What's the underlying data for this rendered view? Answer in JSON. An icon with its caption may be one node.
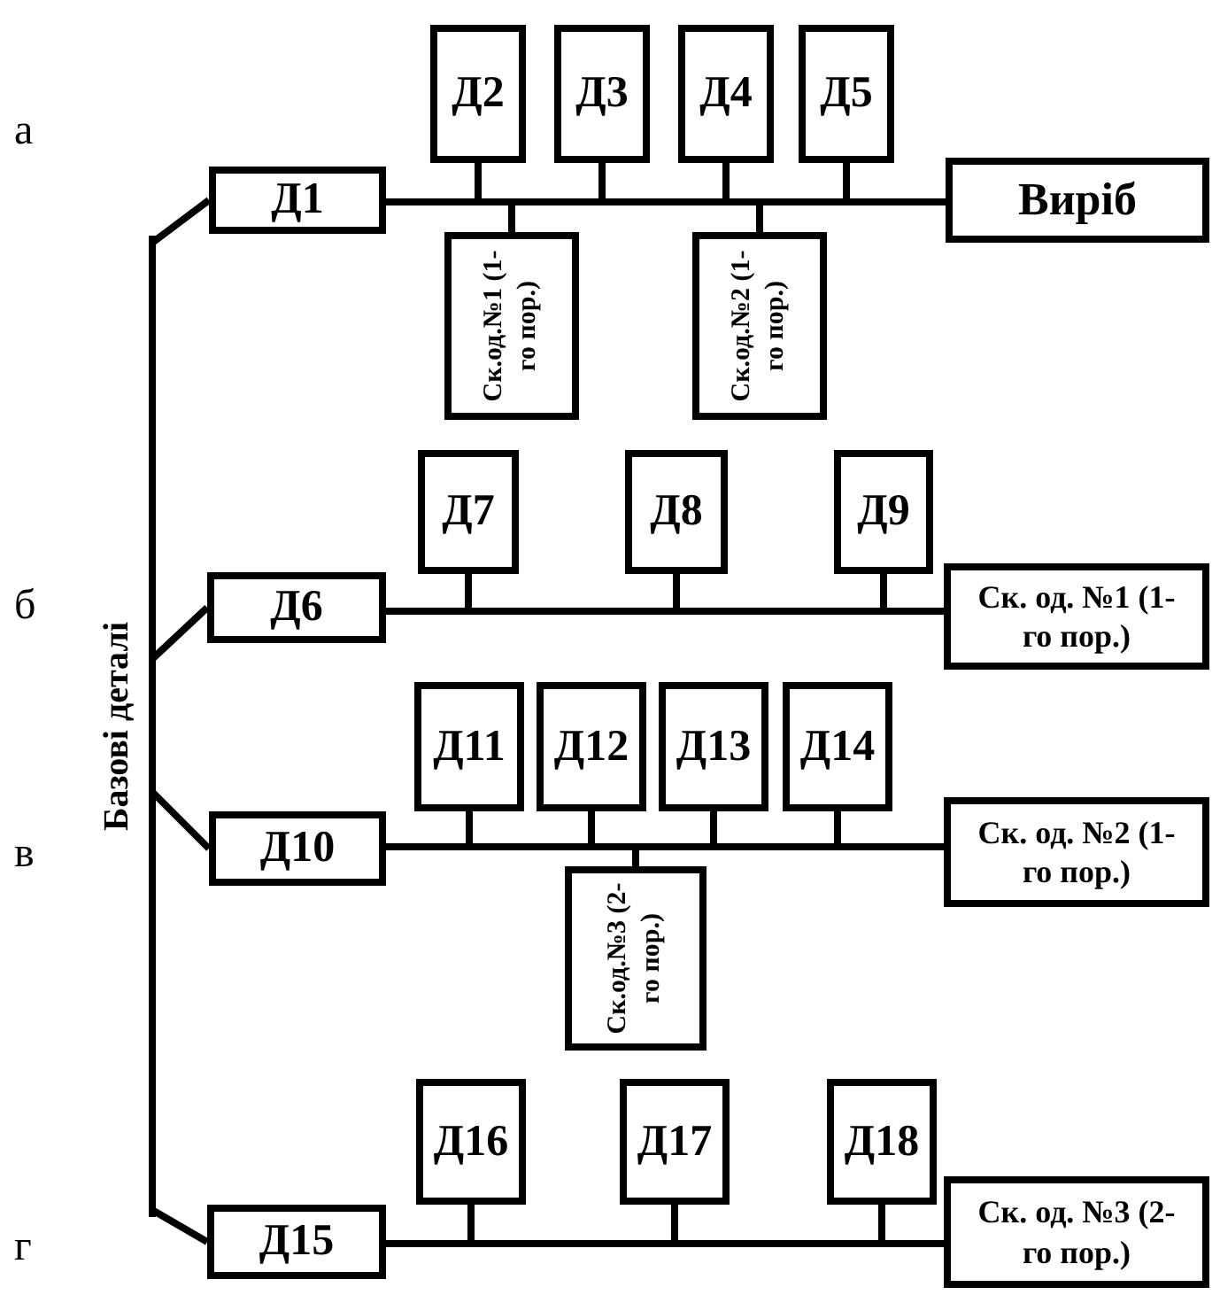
{
  "diagram": {
    "nodes": [
      {
        "text": [
          "Базові деталі"
        ]
      },
      {
        "text": [
          "Д1"
        ]
      },
      {
        "text": [
          "Д2"
        ]
      },
      {
        "text": [
          "Д3"
        ]
      },
      {
        "text": [
          "Д4"
        ]
      },
      {
        "text": [
          "Д5"
        ]
      },
      {
        "text": [
          "Виріб"
        ]
      },
      {
        "text": [
          "Ск.од.№1 (1-го пор.)"
        ]
      },
      {
        "text": [
          "Ск.од.№2 (1-го пор.)"
        ]
      },
      {
        "text": [
          "Д6"
        ]
      },
      {
        "text": [
          "Д7"
        ]
      },
      {
        "text": [
          "Д8"
        ]
      },
      {
        "text": [
          "Д9"
        ]
      },
      {
        "text": [
          "Ск. од. №1 (1-го пор.)"
        ]
      },
      {
        "text": [
          "Д10"
        ]
      },
      {
        "text": [
          "Д11"
        ]
      },
      {
        "text": [
          "Д12"
        ]
      },
      {
        "text": [
          "Д13"
        ]
      },
      {
        "text": [
          "Д14"
        ]
      },
      {
        "text": [
          "Ск. од. №2 (1-го пор.)"
        ]
      },
      {
        "text": [
          "Ск.од.№3 (2-го пор.)"
        ]
      },
      {
        "text": [
          "Д15"
        ]
      },
      {
        "text": [
          "Д16"
        ]
      },
      {
        "text": [
          "Д17"
        ]
      },
      {
        "text": [
          "Д18"
        ]
      },
      {
        "text": [
          "Ск. од. №3 (2-го пор.)"
        ]
      }
    ],
    "edges": [
      {
        "from": 0,
        "to": 1,
        "arrow": "none"
      },
      {
        "from": 0,
        "to": 9,
        "arrow": "none"
      },
      {
        "from": 0,
        "to": 14,
        "arrow": "none"
      },
      {
        "from": 0,
        "to": 21,
        "arrow": "none"
      },
      {
        "from": 1,
        "to": 6,
        "arrow": "none"
      },
      {
        "from": 2,
        "to": 6,
        "arrow": "none"
      },
      {
        "from": 3,
        "to": 6,
        "arrow": "none"
      },
      {
        "from": 4,
        "to": 6,
        "arrow": "none"
      },
      {
        "from": 5,
        "to": 6,
        "arrow": "none"
      },
      {
        "from": 7,
        "to": 6,
        "arrow": "none"
      },
      {
        "from": 8,
        "to": 6,
        "arrow": "none"
      },
      {
        "from": 9,
        "to": 13,
        "arrow": "none"
      },
      {
        "from": 10,
        "to": 13,
        "arrow": "none"
      },
      {
        "from": 11,
        "to": 13,
        "arrow": "none"
      },
      {
        "from": 12,
        "to": 13,
        "arrow": "none"
      },
      {
        "from": 14,
        "to": 19,
        "arrow": "none"
      },
      {
        "from": 15,
        "to": 19,
        "arrow": "none"
      },
      {
        "from": 16,
        "to": 19,
        "arrow": "none"
      },
      {
        "from": 17,
        "to": 19,
        "arrow": "none"
      },
      {
        "from": 18,
        "to": 19,
        "arrow": "none"
      },
      {
        "from": 20,
        "to": 19,
        "arrow": "none"
      },
      {
        "from": 21,
        "to": 25,
        "arrow": "none"
      },
      {
        "from": 22,
        "to": 25,
        "arrow": "none"
      },
      {
        "from": 23,
        "to": 25,
        "arrow": "none"
      },
      {
        "from": 24,
        "to": 25,
        "arrow": "none"
      }
    ],
    "labels": [
      "а",
      "б",
      "в",
      "г"
    ]
  }
}
